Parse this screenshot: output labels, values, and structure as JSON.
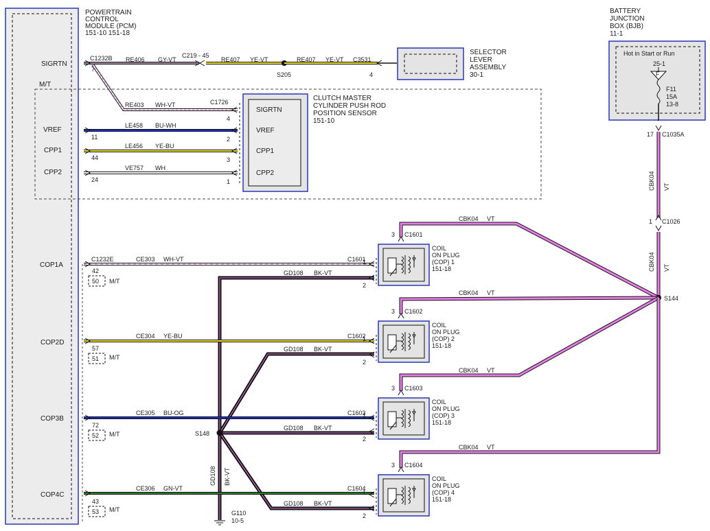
{
  "pcm": {
    "title_lines": [
      "POWERTRAIN",
      "CONTROL",
      "MODULE (PCM)",
      "151-10  151-18"
    ]
  },
  "bjb": {
    "title_lines": [
      "BATTERY",
      "JUNCTION",
      "BOX (BJB)",
      "11-1"
    ],
    "hot_label": "Hot in Start or Run",
    "fuse_ref": "25-1",
    "fuse_letter": "F",
    "fuse_name": "F11",
    "fuse_rating": "15A",
    "fuse_page": "13-8",
    "pin": "17",
    "connector": "C1035A"
  },
  "mt_label": "M/T",
  "selector": {
    "title_lines": [
      "SELECTOR",
      "LEVER",
      "ASSEMBLY",
      "30-1"
    ]
  },
  "sensor": {
    "title_lines": [
      "CLUTCH MASTER",
      "CYLINDER PUSH ROD",
      "POSITION SENSOR",
      "151-10"
    ],
    "pins": [
      "SIGRTN",
      "VREF",
      "CPP1",
      "CPP2"
    ],
    "connector": "C1726"
  },
  "pcm_pins": {
    "sigrtn": "SIGRTN",
    "vref": "VREF",
    "cpp1": "CPP1",
    "cpp2": "CPP2",
    "cop1a": "COP1A",
    "cop2d": "COP2D",
    "cop3b": "COP3B",
    "cop4c": "COP4C"
  },
  "wires": {
    "re406": {
      "code": "RE406",
      "color": "GY-VT"
    },
    "re407a": {
      "code": "RE407",
      "color": "YE-VT"
    },
    "re407b": {
      "code": "RE407",
      "color": "YE-VT"
    },
    "re403": {
      "code": "RE403",
      "color": "WH-VT"
    },
    "le458": {
      "code": "LE458",
      "color": "BU-WH"
    },
    "le456": {
      "code": "LE456",
      "color": "YE-BU"
    },
    "ve757": {
      "code": "VE757",
      "color": "WH"
    },
    "ce303": {
      "code": "CE303",
      "color": "WH-VT"
    },
    "ce304": {
      "code": "CE304",
      "color": "YE-BU"
    },
    "ce305": {
      "code": "CE305",
      "color": "BU-OG"
    },
    "ce306": {
      "code": "CE306",
      "color": "GN-VT"
    },
    "gd108": {
      "code": "GD108",
      "color": "BK-VT"
    },
    "cbk04": {
      "code": "CBK04",
      "color": "VT"
    }
  },
  "connectors": {
    "c1232b": "C1232B",
    "c219": "C219 - 45",
    "c3531": "C3531",
    "c1232e": "C1232E",
    "c1026": "C1026",
    "c1601": "C1601",
    "c1602": "C1602",
    "c1603": "C1603",
    "c1604": "C1604"
  },
  "splices": {
    "s205": "S205",
    "s144": "S144",
    "s148": "S148"
  },
  "ground": {
    "name": "G110",
    "page": "10-5"
  },
  "coils": [
    {
      "lines": [
        "COIL",
        "ON PLUG",
        "(COP) 1",
        "151-18"
      ]
    },
    {
      "lines": [
        "COIL",
        "ON PLUG",
        "(COP) 2",
        "151-18"
      ]
    },
    {
      "lines": [
        "COIL",
        "ON PLUG",
        "(COP) 3",
        "151-18"
      ]
    },
    {
      "lines": [
        "COIL",
        "ON PLUG",
        "(COP) 4",
        "151-18"
      ]
    }
  ],
  "pin_numbers": {
    "pcm_sigrtn": "7",
    "pcm_vref": "11",
    "pcm_cpp1": "44",
    "pcm_cpp2": "24",
    "sensor_sigrtn": "4",
    "sensor_vref": "2",
    "sensor_cpp1": "3",
    "sensor_cpp2": "1",
    "selector": "4",
    "cop1a": "42",
    "cop1a_alt": "50",
    "cop2d": "57",
    "cop2d_alt": "51",
    "cop3b": "72",
    "cop3b_alt": "52",
    "cop4c": "43",
    "cop4c_alt": "53",
    "coil_pwr": "3",
    "coil_gnd": "1",
    "coil_sig": "2",
    "c1026": "1"
  },
  "colors": {
    "violet": "#e87de6",
    "yellow": "#f2e12a",
    "blue": "#1c2fc9",
    "green": "#2f7d2a",
    "black": "#111111",
    "gray": "#9a9a9a",
    "box_blue": "#2b35b0",
    "box_fill": "#e4e4e4"
  }
}
